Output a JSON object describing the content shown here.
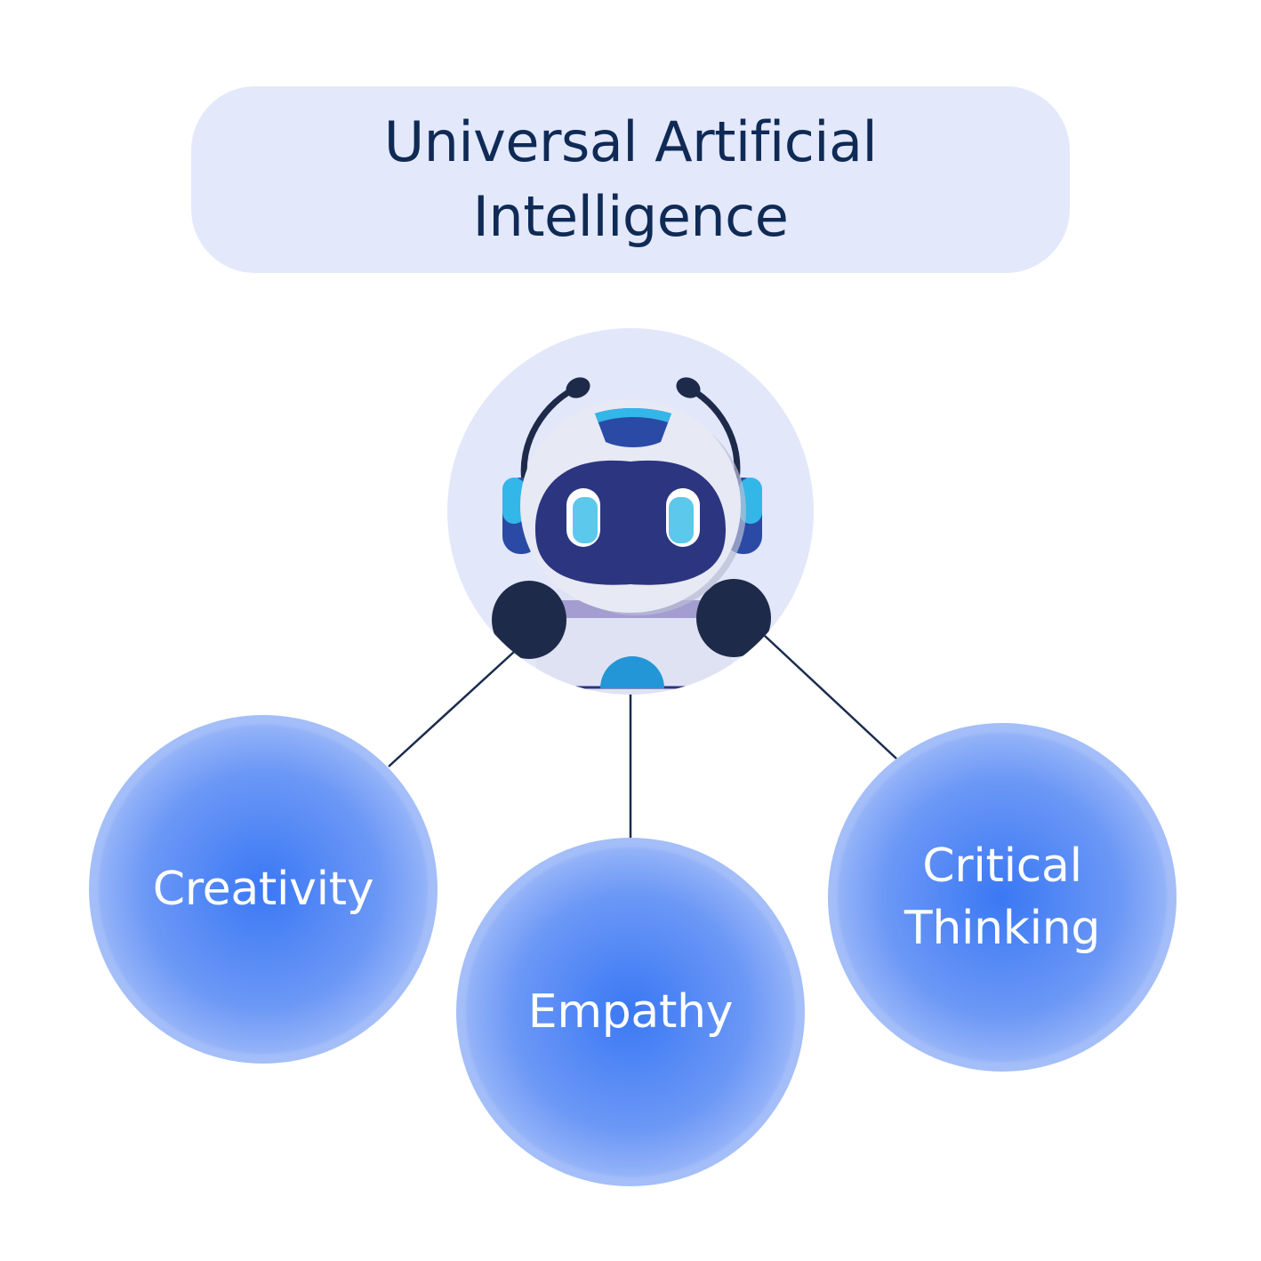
{
  "title": {
    "line1": "Universal Artificial",
    "line2": "Intelligence"
  },
  "center_icon": "robot-icon",
  "nodes": [
    {
      "label": "Creativity"
    },
    {
      "label": "Empathy"
    },
    {
      "label": "Critical Thinking"
    }
  ],
  "colors": {
    "title_bg": "#e3e8fb",
    "title_text": "#0f2a55",
    "node_core": "#3a78f4",
    "node_edge": "#b6cbfb",
    "connector": "#1a2c4e",
    "robot_face": "#2c3580",
    "robot_eye": "#5bc8ec"
  }
}
